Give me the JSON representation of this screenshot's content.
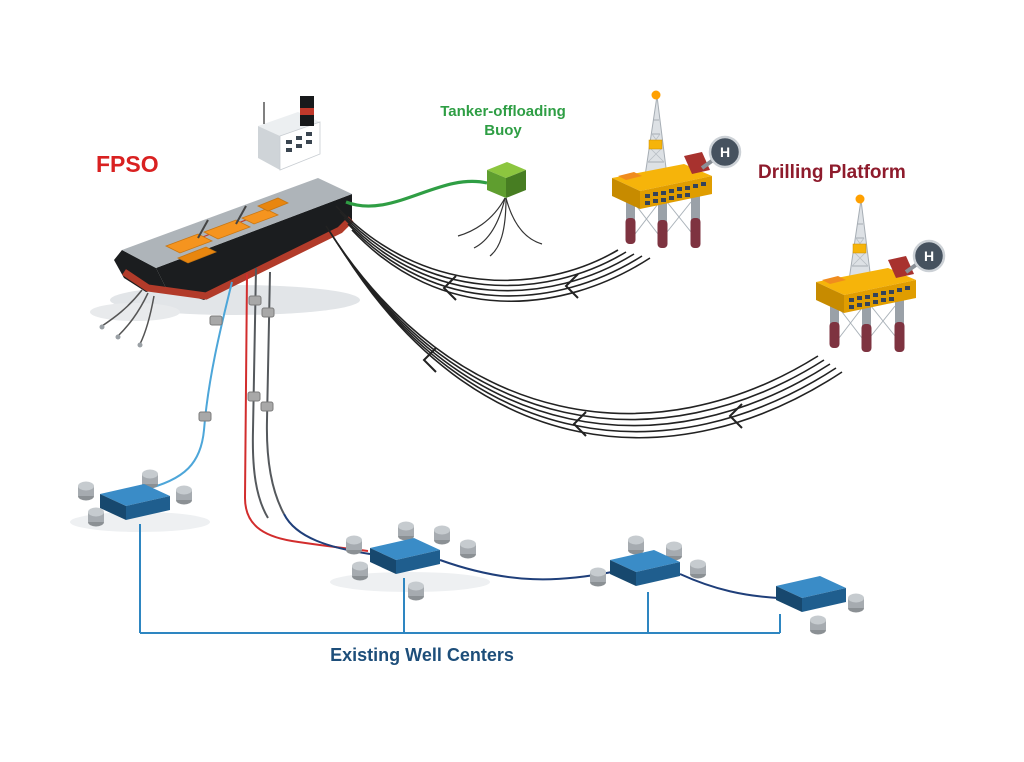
{
  "diagram": {
    "labels": {
      "fpso": "FPSO",
      "buoy_line1": "Tanker-offloading",
      "buoy_line2": "Buoy",
      "drilling_platform": "Drilling Platform",
      "existing_well_centers": "Existing Well Centers",
      "helipad": "H"
    },
    "colors": {
      "fpso_label": "#d92121",
      "buoy_label": "#2e9e44",
      "platform_label": "#8e1b2c",
      "wells_label": "#1d4e7a",
      "buoy_top": "#8cc63f",
      "buoy_front": "#5f9e2f",
      "buoy_side": "#477d22",
      "manifold_top": "#3a8cc7",
      "manifold_front": "#1f5e8e",
      "manifold_side": "#17486e",
      "rig_deck": "#f6b40a",
      "rig_leg_lower": "#7e3340",
      "derrick_ball": "#ffa000",
      "flowline": "#222222",
      "riser_blue": "#4da6d9",
      "riser_red": "#d22d2d",
      "pipeline_navy": "#1f3f7a",
      "bracket_blue": "#2e86c1"
    }
  }
}
